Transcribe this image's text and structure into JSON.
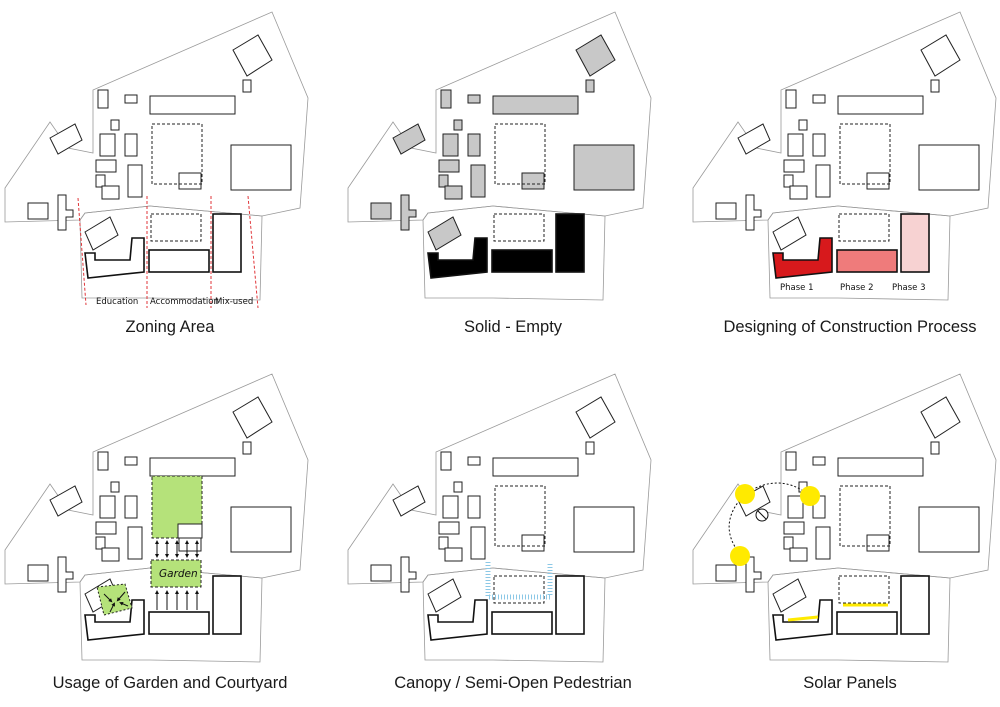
{
  "panels": [
    {
      "id": "zoning",
      "caption": "Zoning Area",
      "labels": [
        "Education",
        "Accommodation",
        "Mix-used"
      ]
    },
    {
      "id": "solid",
      "caption": "Solid - Empty"
    },
    {
      "id": "phases",
      "caption": "Designing of Construction Process",
      "labels": [
        "Phase 1",
        "Phase 2",
        "Phase 3"
      ]
    },
    {
      "id": "garden",
      "caption": "Usage of Garden and Courtyard",
      "labels": [
        "Garden"
      ]
    },
    {
      "id": "canopy",
      "caption": "Canopy / Semi-Open Pedestrian"
    },
    {
      "id": "solar",
      "caption": "Solar Panels"
    }
  ],
  "colors": {
    "phase1": "#d7191c",
    "phase2": "#ef7b7b",
    "phase3": "#f7d2d2",
    "solid_grey": "#c8c8c8",
    "garden_green": "#b5e27a",
    "canopy_blue": "#8cc8e6",
    "solar_yellow": "#ffea00"
  }
}
